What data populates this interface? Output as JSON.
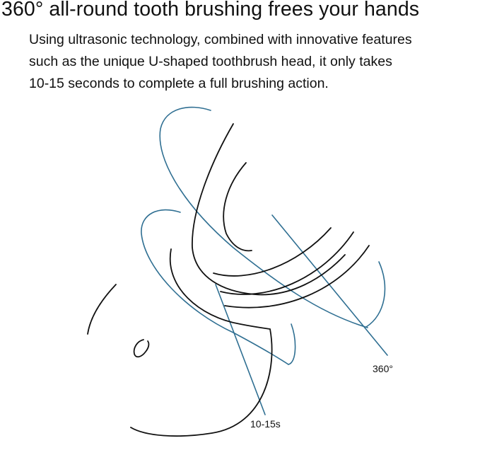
{
  "headline": "360° all-round tooth brushing frees your hands",
  "description": {
    "line1": "Using ultrasonic technology, combined with innovative features",
    "line2": "such as the unique U-shaped toothbrush head, it only takes",
    "line3": "10-15 seconds to complete a full brushing action."
  },
  "illustration": {
    "label_rotation": "360°",
    "label_time": "10-15s",
    "colors": {
      "outline_blue": "#2f6f92",
      "outline_black": "#111111"
    }
  }
}
